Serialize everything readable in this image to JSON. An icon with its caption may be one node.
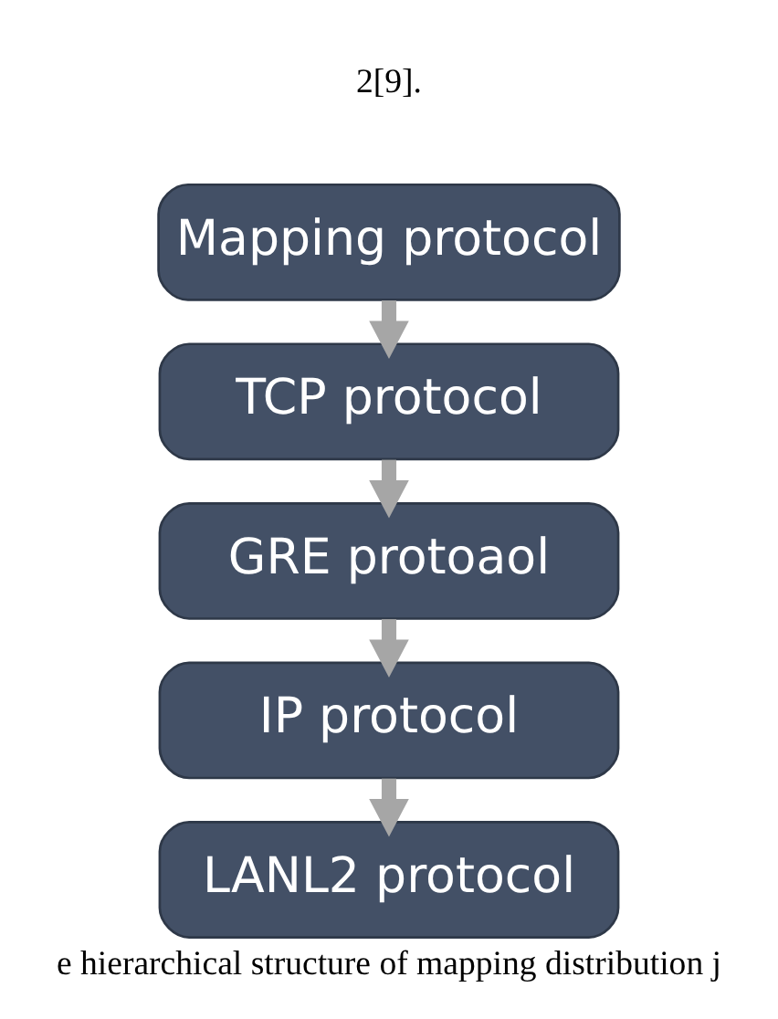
{
  "diagram": {
    "caption": "e hierarchical structure of mapping distribution j",
    "nodes": [
      {
        "text": [
          "Mapping protocol"
        ]
      },
      {
        "text": [
          "TCP protocol"
        ]
      },
      {
        "text": [
          "GRE protoaol"
        ]
      },
      {
        "text": [
          "IP protocol"
        ]
      },
      {
        "text": [
          "LANL2 protocol"
        ]
      }
    ],
    "edges": [
      {
        "from": 0,
        "to": 1,
        "arrow": "to"
      },
      {
        "from": 1,
        "to": 2,
        "arrow": "to"
      },
      {
        "from": 2,
        "to": 3,
        "arrow": "to"
      },
      {
        "from": 3,
        "to": 4,
        "arrow": "to"
      }
    ],
    "labels": [
      "2[9]."
    ]
  }
}
